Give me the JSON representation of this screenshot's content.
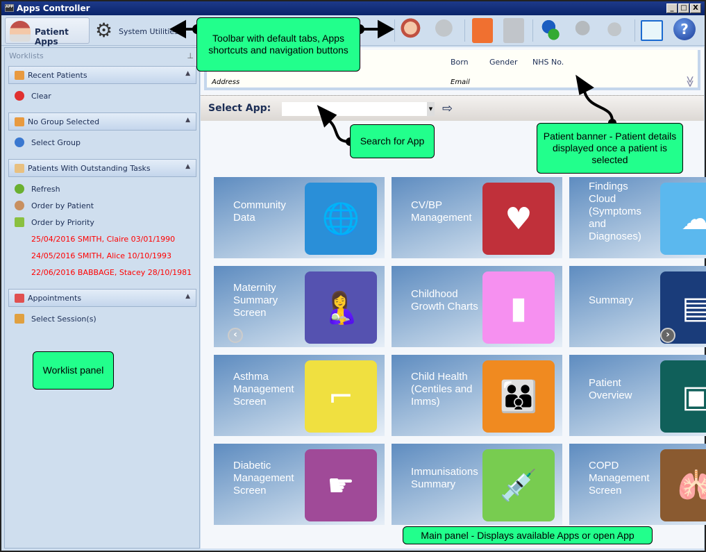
{
  "window": {
    "title": "Apps Controller",
    "app_icon": "APP",
    "min": "_",
    "max": "□",
    "close": "X"
  },
  "toolbar": {
    "patient_apps": "Patient Apps",
    "system_utilities": "System Utilities",
    "buttons": [
      "find-patient-icon",
      "remove-patient-icon",
      "add-task-icon",
      "add-appointment-icon",
      "add-consultation-icon",
      "consultation-search-icon",
      "medication-icon",
      "app-window-icon",
      "help-icon"
    ],
    "help_glyph": "?"
  },
  "worklist": {
    "title": "Worklists",
    "pin": "⊥",
    "groups": [
      {
        "label": "Recent Patients"
      },
      {
        "label": "No Group Selected"
      },
      {
        "label": "Patients With Outstanding Tasks"
      },
      {
        "label": "Appointments"
      }
    ],
    "recent_items": [
      "Clear"
    ],
    "group_items": [
      "Select Group"
    ],
    "task_items": [
      "Refresh",
      "Order by Patient",
      "Order by Priority"
    ],
    "tasks": [
      "25/04/2016 SMITH, Claire 03/01/1990",
      "24/05/2016 SMITH, Alice 10/10/1993",
      "22/06/2016 BABBAGE, Stacey 28/10/1981"
    ],
    "appointment_items": [
      "Select Session(s)"
    ]
  },
  "banner": {
    "born": "Born",
    "gender": "Gender",
    "nhs": "NHS No.",
    "address": "Address",
    "email": "Email",
    "expand": "≫"
  },
  "select_app": {
    "label": "Select App:",
    "value": "",
    "arrow": "⇨"
  },
  "tiles": [
    {
      "label": "Community Data",
      "color": "#2a8fd8",
      "glyph": "🌐"
    },
    {
      "label": "CV/BP Management",
      "color": "#c0303a",
      "glyph": "♥"
    },
    {
      "label": "Findings Cloud (Symptoms and Diagnoses)",
      "color": "#5bb8ee",
      "glyph": "☁"
    },
    {
      "label": "Maternity Summary Screen",
      "color": "#5552b0",
      "glyph": "🤱"
    },
    {
      "label": "Childhood Growth Charts",
      "color": "#f690f0",
      "glyph": "▮"
    },
    {
      "label": "Summary",
      "color": "#1a3c7a",
      "glyph": "▤"
    },
    {
      "label": "Asthma Management Screen",
      "color": "#f0e040",
      "glyph": "⌐"
    },
    {
      "label": "Child Health (Centiles and Imms)",
      "color": "#f08a20",
      "glyph": "👪"
    },
    {
      "label": "Patient Overview",
      "color": "#10605a",
      "glyph": "▣"
    },
    {
      "label": "Diabetic Management Screen",
      "color": "#a04a98",
      "glyph": "☛"
    },
    {
      "label": "Immunisations Summary",
      "color": "#78cc50",
      "glyph": "💉"
    },
    {
      "label": "COPD Management Screen",
      "color": "#8a5a30",
      "glyph": "🫁"
    }
  ],
  "nav": {
    "prev": "‹",
    "next": "›"
  },
  "callouts": {
    "toolbar": "Toolbar with default tabs, Apps shortcuts and navigation buttons",
    "banner": "Patient banner - Patient details displayed once a patient is selected",
    "search": "Search for App",
    "main": "Main panel - Displays available Apps or open App",
    "worklist": "Worklist panel"
  }
}
